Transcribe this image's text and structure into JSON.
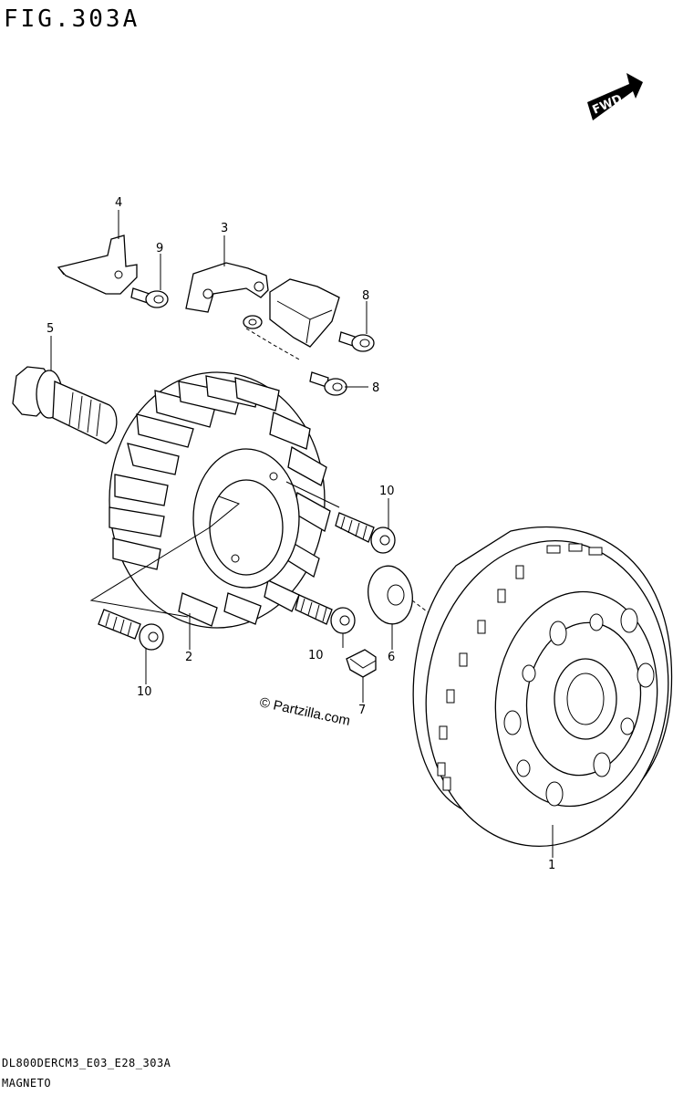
{
  "figure": {
    "title": "FIG.303A",
    "code": "DL800DERCM3_E03_E28_303A",
    "name": "MAGNETO"
  },
  "fwd_label": "FWD",
  "watermark": "© Partzilla.com",
  "callouts": [
    {
      "id": "c1",
      "text": "1"
    },
    {
      "id": "c2",
      "text": "2"
    },
    {
      "id": "c3",
      "text": "3"
    },
    {
      "id": "c4",
      "text": "4"
    },
    {
      "id": "c5",
      "text": "5"
    },
    {
      "id": "c6",
      "text": "6"
    },
    {
      "id": "c7",
      "text": "7"
    },
    {
      "id": "c8a",
      "text": "8"
    },
    {
      "id": "c8b",
      "text": "8"
    },
    {
      "id": "c9",
      "text": "9"
    },
    {
      "id": "c10a",
      "text": "10"
    },
    {
      "id": "c10b",
      "text": "10"
    },
    {
      "id": "c10c",
      "text": "10"
    }
  ]
}
